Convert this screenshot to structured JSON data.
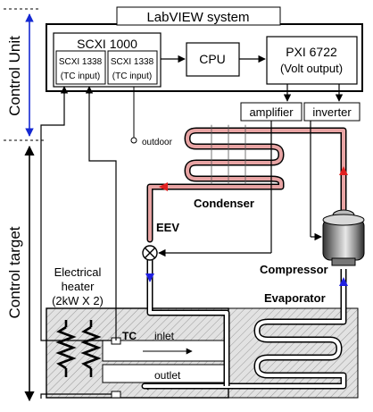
{
  "labels": {
    "labview": "LabVIEW system",
    "scxi1000": "SCXI 1000",
    "scxi1338_a": "SCXI 1338",
    "tc_input_a": "(TC input)",
    "scxi1338_b": "SCXI 1338",
    "tc_input_b": "(TC input)",
    "cpu": "CPU",
    "pxi": "PXI 6722",
    "volt_output": "(Volt output)",
    "amplifier": "amplifier",
    "inverter": "inverter",
    "outdoor": "outdoor",
    "condenser": "Condenser",
    "eev": "EEV",
    "compressor": "Compressor",
    "evaporator": "Evaporator",
    "heater_line1": "Electrical",
    "heater_line2": "heater",
    "heater_line3": "(2kW X 2)",
    "tc": "TC",
    "inlet": "inlet",
    "outlet": "outlet",
    "control_unit": "Control Unit",
    "control_target": "Control target"
  },
  "colors": {
    "hot_pipe": "#e8a4a4",
    "hot_arrow": "#e02020",
    "cold_arrow": "#2020e0",
    "control_unit_arrow": "#1428d2",
    "hatch_fill": "#d9d9d9"
  }
}
